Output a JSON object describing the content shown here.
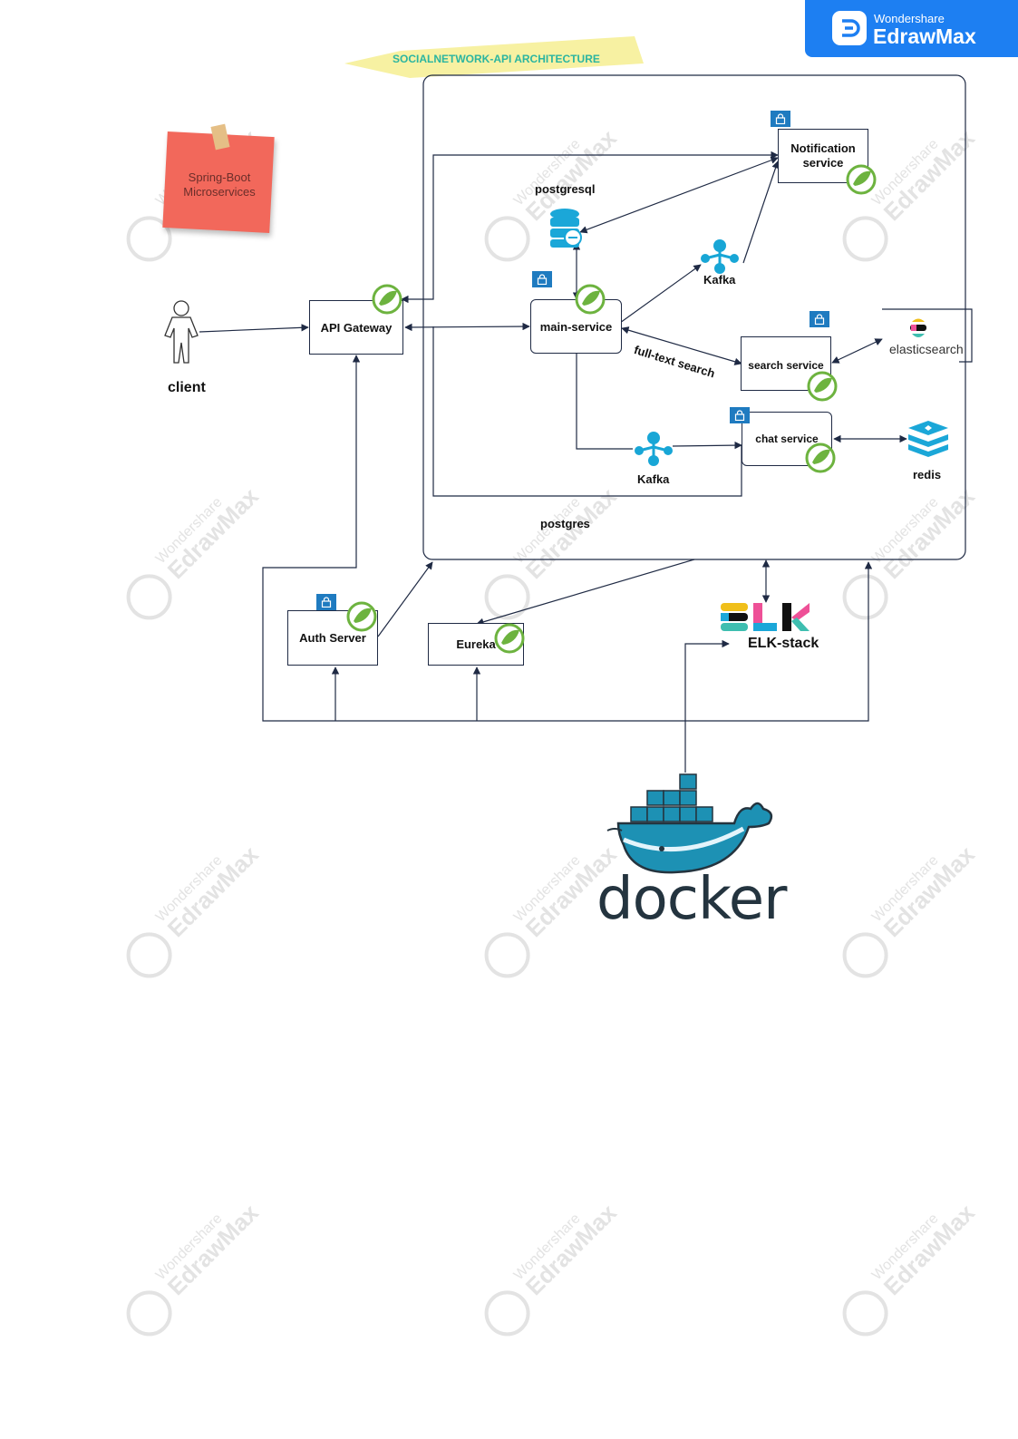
{
  "brand": {
    "line1": "Wondershare",
    "line2": "EdrawMax"
  },
  "watermark": {
    "line1": "Wondershare",
    "line2": "EdrawMax"
  },
  "diagram": {
    "banner_title": "SOCIALNETWORK-API  ARCHITECTURE",
    "sticky_note": "Spring-Boot\nMicroservices",
    "nodes": {
      "client": "client",
      "api_gateway": "API Gateway",
      "main_service": "main-service",
      "notification_service": "Notification\nservice",
      "search_service": "search service",
      "chat_service": "chat service",
      "auth_server": "Auth Server",
      "eureka": "Eureka",
      "postgresql": "postgresql",
      "kafka_top": "Kafka",
      "kafka_bottom": "Kafka",
      "elasticsearch": "elasticsearch",
      "redis": "redis",
      "postgres": "postgres",
      "elk_stack": "ELK-stack",
      "docker": "docker"
    },
    "edge_labels": {
      "full_text_search": "full-text search"
    },
    "colors": {
      "brand_blue": "#1d7ff2",
      "spring_green": "#6db33f",
      "kafka_blue": "#18a6d6",
      "lock_blue": "#1f7bc0",
      "sticky_red": "#f2685b",
      "banner_yellow": "#f7f1a2",
      "banner_text": "#2bb5a0",
      "docker_blue": "#1d91b4",
      "line_color": "#1f2a44"
    }
  }
}
